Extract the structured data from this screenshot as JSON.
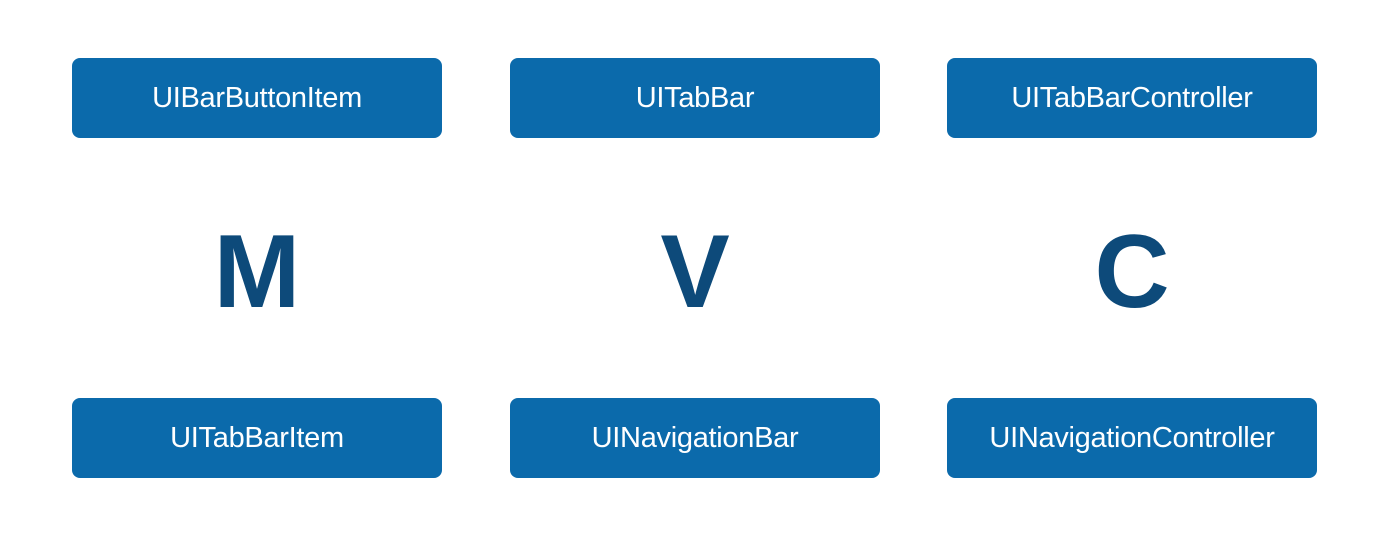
{
  "colors": {
    "box_fill": "#0b6aab",
    "box_text": "#ffffff",
    "letter": "#0d4a7a",
    "background": "#ffffff"
  },
  "columns": [
    {
      "letter": "M",
      "top_label": "UIBarButtonItem",
      "bottom_label": "UITabBarItem"
    },
    {
      "letter": "V",
      "top_label": "UITabBar",
      "bottom_label": "UINavigationBar"
    },
    {
      "letter": "C",
      "top_label": "UITabBarController",
      "bottom_label": "UINavigationController"
    }
  ]
}
